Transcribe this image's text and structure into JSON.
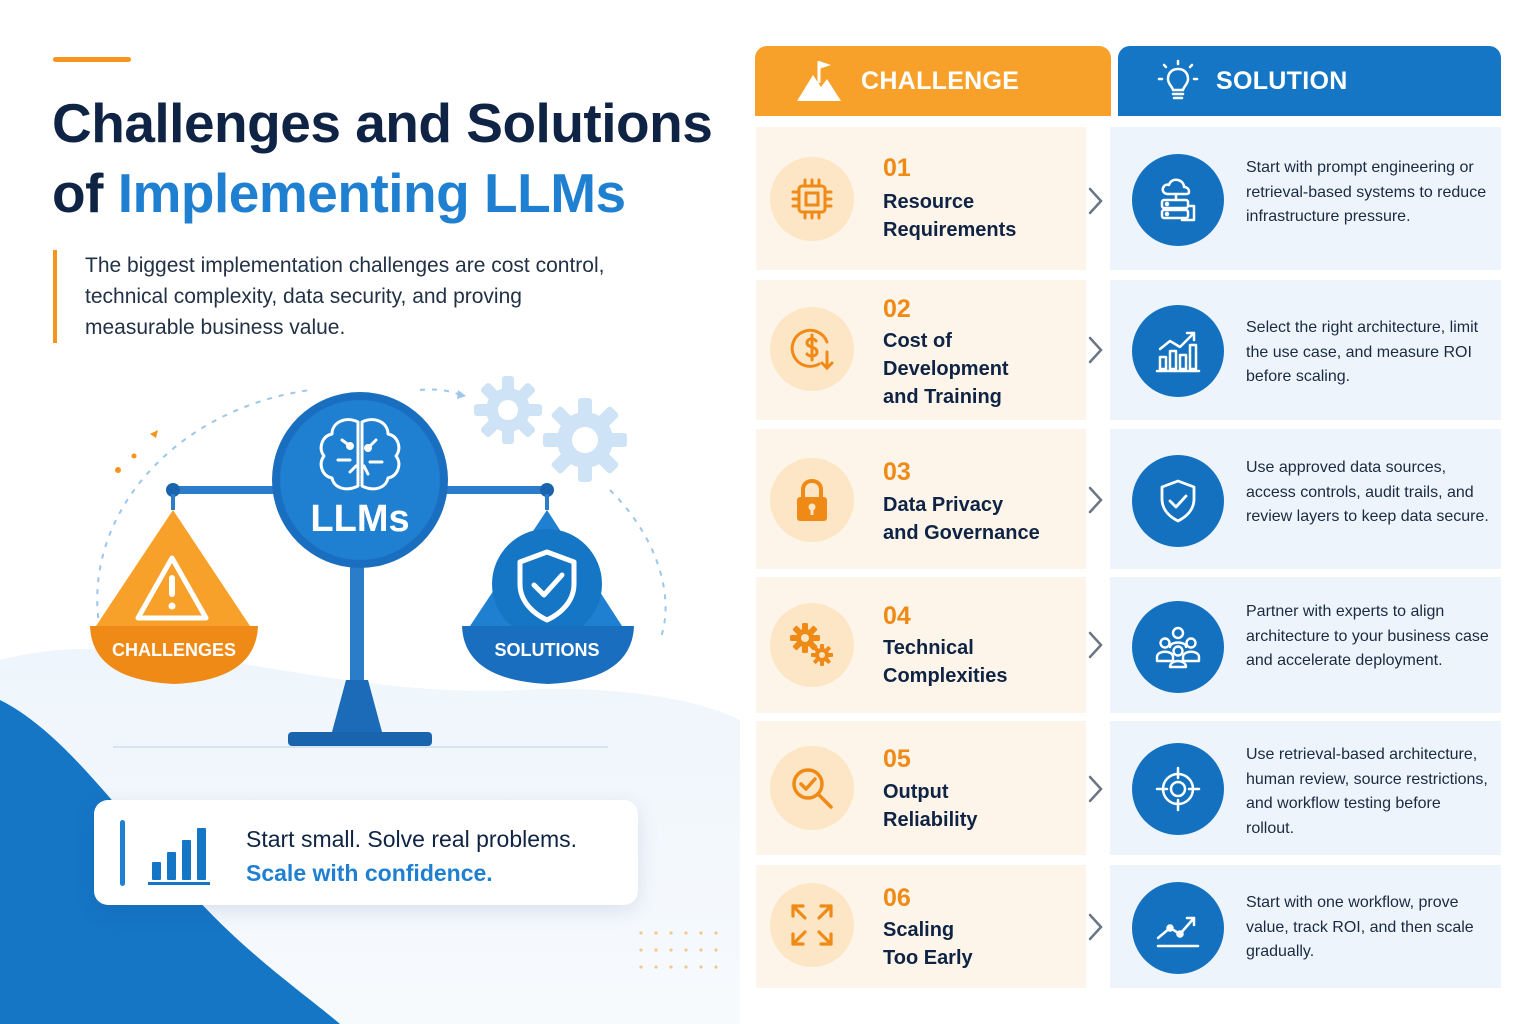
{
  "header": {
    "title_line1": "Challenges and Solutions",
    "title_line2_prefix": "of ",
    "title_line2_highlight": "Implementing LLMs",
    "intro": "The biggest implementation challenges are cost control, technical complexity, data security, and proving measurable business value."
  },
  "illustration": {
    "center_label": "LLMs",
    "left_pan_label": "CHALLENGES",
    "right_pan_label": "SOLUTIONS"
  },
  "cta": {
    "line1": "Start small. Solve real problems.",
    "line2": "Scale with confidence."
  },
  "columns": {
    "challenge_label": "CHALLENGE",
    "solution_label": "SOLUTION"
  },
  "colors": {
    "orange": "#f7941d",
    "blue": "#1576c5",
    "navy": "#0f2344"
  },
  "rows": [
    {
      "num": "01",
      "title": [
        "Resource",
        "Requirements"
      ],
      "challenge_icon": "cpu-chip-icon",
      "solution_icon": "cloud-server-icon",
      "solution": "Start with prompt engineering or retrieval-based systems to reduce infrastructure pressure."
    },
    {
      "num": "02",
      "title": [
        "Cost of",
        "Development",
        "and Training"
      ],
      "challenge_icon": "dollar-down-icon",
      "solution_icon": "growth-chart-icon",
      "solution": "Select the right architecture, limit the use case, and measure ROI before scaling."
    },
    {
      "num": "03",
      "title": [
        "Data Privacy",
        "and Governance"
      ],
      "challenge_icon": "lock-icon",
      "solution_icon": "shield-check-icon",
      "solution": "Use approved data sources, access controls, audit trails, and review layers to keep data secure."
    },
    {
      "num": "04",
      "title": [
        "Technical",
        "Complexities"
      ],
      "challenge_icon": "gears-icon",
      "solution_icon": "team-icon",
      "solution": "Partner with experts to align architecture to your business case and accelerate deployment."
    },
    {
      "num": "05",
      "title": [
        "Output",
        "Reliability"
      ],
      "challenge_icon": "magnifier-check-icon",
      "solution_icon": "target-icon",
      "solution": "Use retrieval-based architecture, human review, source restrictions, and workflow testing before rollout."
    },
    {
      "num": "06",
      "title": [
        "Scaling",
        "Too Early"
      ],
      "challenge_icon": "expand-arrows-icon",
      "solution_icon": "trend-line-icon",
      "solution": "Start with one workflow, prove value, track ROI, and then scale gradually."
    }
  ]
}
